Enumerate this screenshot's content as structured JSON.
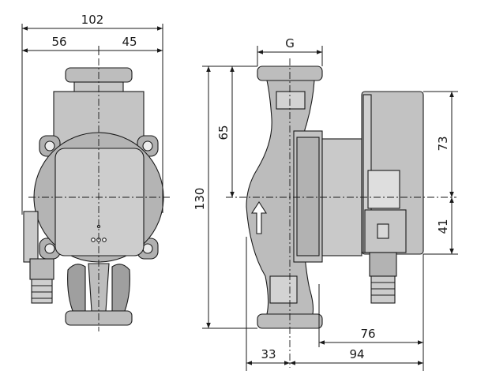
{
  "front_view": {
    "overall_width": "102",
    "left_offset": "56",
    "right_offset": "45"
  },
  "side_view": {
    "connection_label": "G",
    "overall_height": "130",
    "upper_height": "65",
    "motor_upper": "73",
    "motor_lower": "41",
    "body_offset": "33",
    "motor_depth": "94",
    "box_depth": "76"
  },
  "colors": {
    "line": "#1a1a1a",
    "fill_dark": "#b8b8b8",
    "fill_light": "#d4d4d4",
    "fill_mid": "#a4a4a4"
  }
}
